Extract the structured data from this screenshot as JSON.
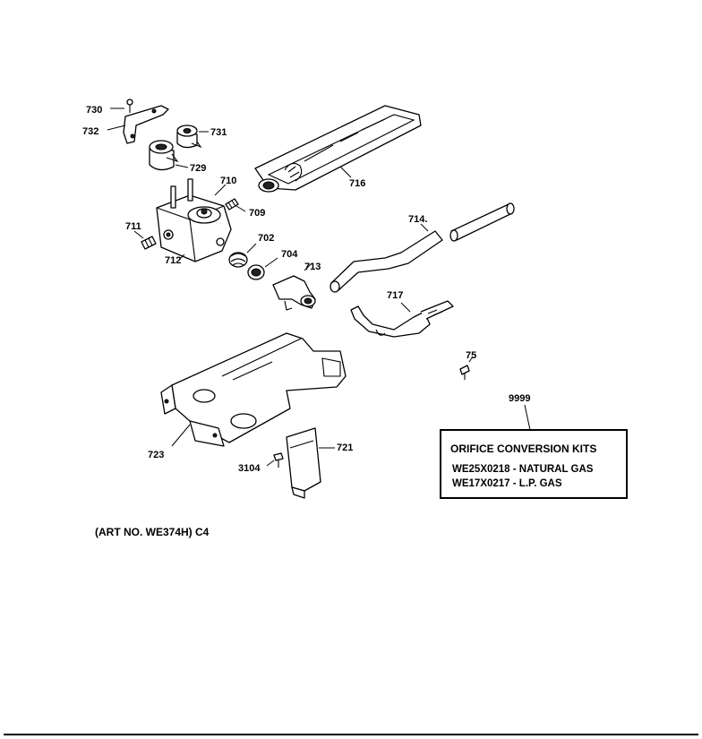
{
  "labels": {
    "p730": "730",
    "p732": "732",
    "p731": "731",
    "p729": "729",
    "p710": "710",
    "p709": "709",
    "p716": "716",
    "p711": "711",
    "p712": "712",
    "p702": "702",
    "p704": "704",
    "p713": "713",
    "p714": "714.",
    "p717": "717",
    "p75": "75",
    "p9999": "9999",
    "p723": "723",
    "p721": "721",
    "p3104": "3104"
  },
  "kit": {
    "title": "ORIFICE CONVERSION KITS",
    "lines": [
      "WE25X0218 - NATURAL GAS",
      "WE17X0217 - L.P. GAS"
    ]
  },
  "art_note": "(ART NO. WE374H) C4"
}
